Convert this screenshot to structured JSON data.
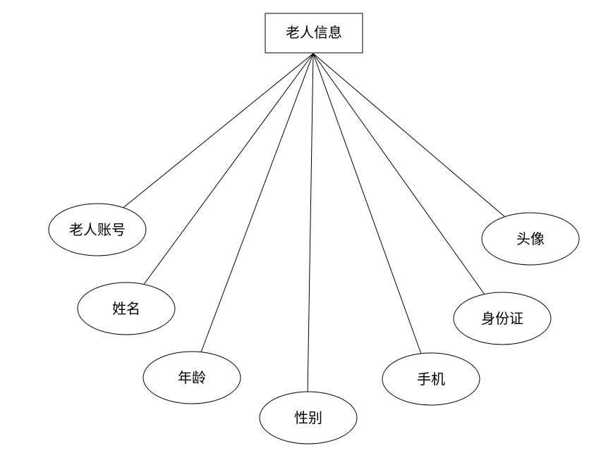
{
  "entity": {
    "label": "老人信息"
  },
  "attributes": [
    {
      "key": "account",
      "label": "老人账号"
    },
    {
      "key": "name",
      "label": "姓名"
    },
    {
      "key": "age",
      "label": "年龄"
    },
    {
      "key": "gender",
      "label": "性别"
    },
    {
      "key": "phone",
      "label": "手机"
    },
    {
      "key": "id-card",
      "label": "身份证"
    },
    {
      "key": "avatar",
      "label": "头像"
    }
  ]
}
